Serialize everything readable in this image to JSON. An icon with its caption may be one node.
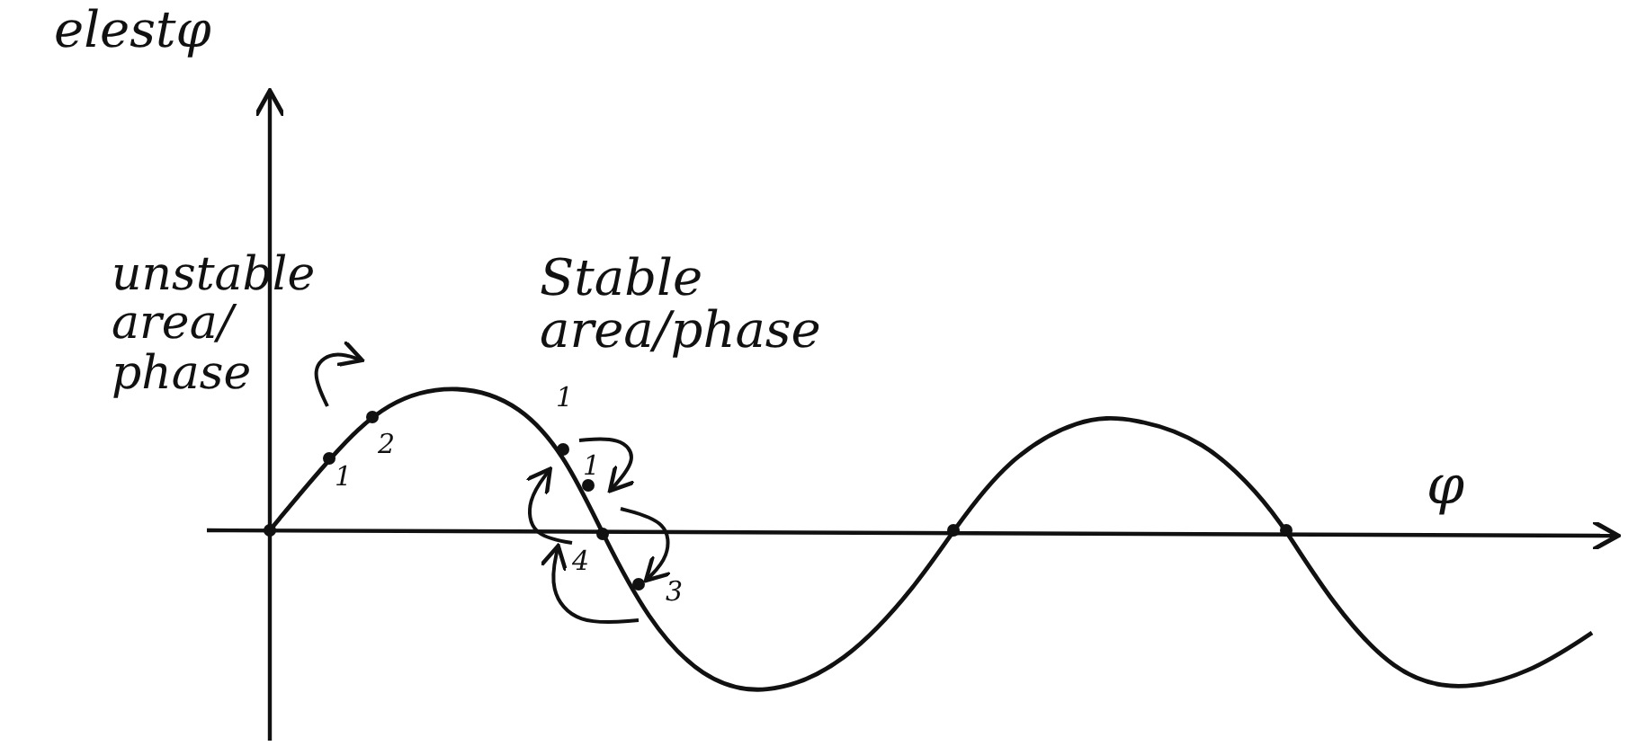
{
  "diagram": {
    "labels": [
      "elestφ",
      "unstable area/ phase",
      "Stable area/phase",
      "φ",
      "1",
      "2",
      "1",
      "1",
      "4",
      "3"
    ]
  }
}
